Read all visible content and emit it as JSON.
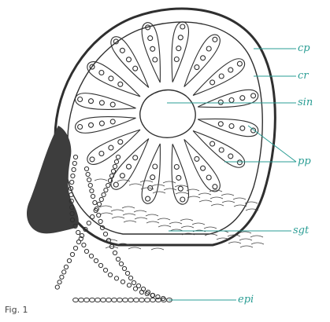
{
  "colors": {
    "ink": "#2f2f2f",
    "dark_tissue": "#3d3d3d",
    "leader": "#2a9d94",
    "label": "#2a9d94",
    "figure_caption": "#444444"
  },
  "labels": {
    "cp": "cp",
    "cr": "cr",
    "sin": "sin",
    "pp": "pp",
    "sgt": "sgt",
    "epi": "epi"
  },
  "caption": "Fig. 1"
}
